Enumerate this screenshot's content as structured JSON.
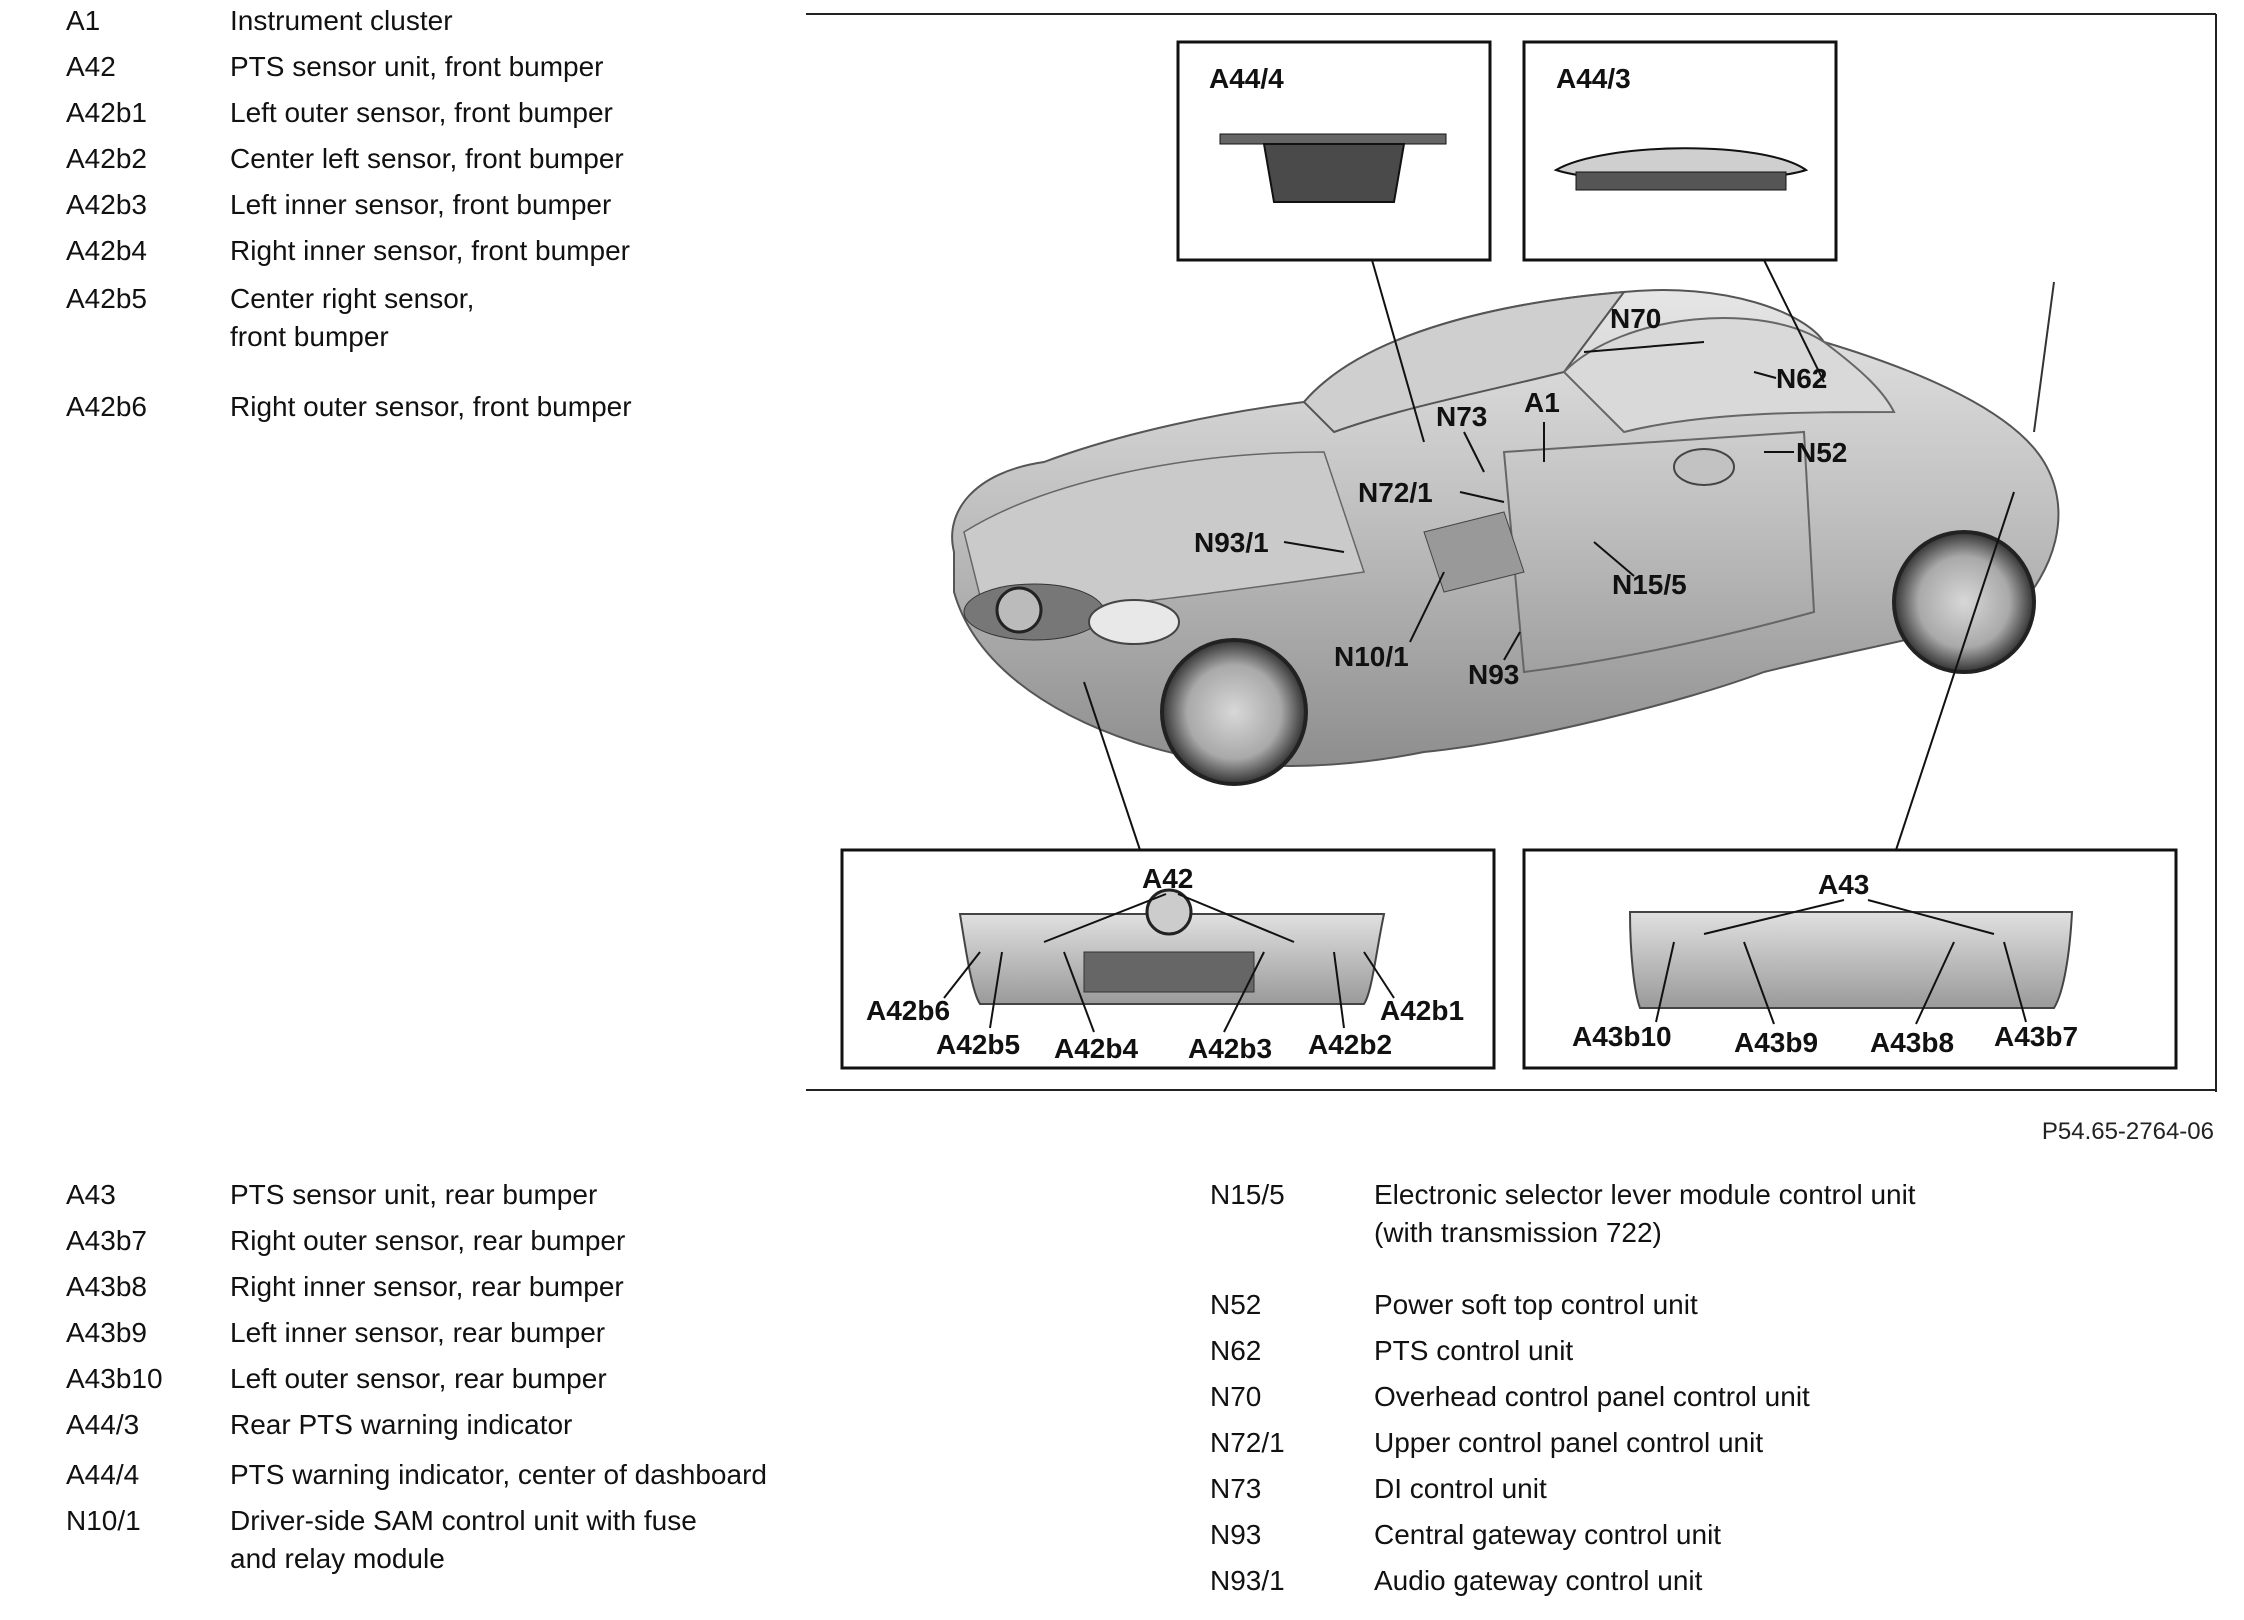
{
  "legend_top": [
    {
      "code": "A1",
      "desc": [
        "Instrument cluster"
      ]
    },
    {
      "code": "A42",
      "desc": [
        "PTS sensor unit, front bumper"
      ]
    },
    {
      "code": "A42b1",
      "desc": [
        "Left outer sensor, front bumper"
      ]
    },
    {
      "code": "A42b2",
      "desc": [
        "Center left sensor, front bumper"
      ]
    },
    {
      "code": "A42b3",
      "desc": [
        "Left inner sensor, front bumper"
      ]
    },
    {
      "code": "A42b4",
      "desc": [
        "Right inner sensor, front bumper"
      ]
    },
    {
      "code": "A42b5",
      "desc": [
        "Center right sensor,",
        "front bumper"
      ]
    },
    {
      "code": "A42b6",
      "desc": [
        "Right outer sensor, front bumper"
      ]
    }
  ],
  "legend_bottom_left": [
    {
      "code": "A43",
      "desc": [
        "PTS sensor unit, rear bumper"
      ]
    },
    {
      "code": "A43b7",
      "desc": [
        "Right outer sensor, rear bumper"
      ]
    },
    {
      "code": "A43b8",
      "desc": [
        "Right inner sensor, rear bumper"
      ]
    },
    {
      "code": "A43b9",
      "desc": [
        "Left inner sensor, rear bumper"
      ]
    },
    {
      "code": "A43b10",
      "desc": [
        "Left outer sensor, rear bumper"
      ]
    },
    {
      "code": "A44/3",
      "desc": [
        "Rear PTS warning indicator"
      ]
    },
    {
      "code": "A44/4",
      "desc": [
        "PTS warning indicator, center of dashboard"
      ]
    },
    {
      "code": "N10/1",
      "desc": [
        "Driver-side SAM control unit with fuse",
        "and relay module"
      ]
    }
  ],
  "legend_bottom_right": [
    {
      "code": "N15/5",
      "desc": [
        "Electronic selector lever module control unit",
        "(with transmission 722)"
      ]
    },
    {
      "code": "N52",
      "desc": [
        "Power soft top control unit"
      ]
    },
    {
      "code": "N62",
      "desc": [
        "PTS control unit"
      ]
    },
    {
      "code": "N70",
      "desc": [
        "Overhead control panel control unit"
      ]
    },
    {
      "code": "N72/1",
      "desc": [
        "Upper control panel control unit"
      ]
    },
    {
      "code": "N73",
      "desc": [
        "DI control unit"
      ]
    },
    {
      "code": "N93",
      "desc": [
        "Central gateway control unit"
      ]
    },
    {
      "code": "N93/1",
      "desc": [
        "Audio gateway control unit"
      ]
    }
  ],
  "figure_id": "P54.65-2764-06",
  "diagram_labels": {
    "a44_4": "A44/4",
    "a44_3": "A44/3",
    "n70": "N70",
    "n62": "N62",
    "a1": "A1",
    "n73": "N73",
    "n52": "N52",
    "n72_1": "N72/1",
    "n93_1": "N93/1",
    "n15_5": "N15/5",
    "n10_1": "N10/1",
    "n93": "N93",
    "a42": "A42",
    "a42b6": "A42b6",
    "a42b5": "A42b5",
    "a42b4": "A42b4",
    "a42b3": "A42b3",
    "a42b2": "A42b2",
    "a42b1": "A42b1",
    "a43": "A43",
    "a43b10": "A43b10",
    "a43b9": "A43b9",
    "a43b8": "A43b8",
    "a43b7": "A43b7"
  }
}
